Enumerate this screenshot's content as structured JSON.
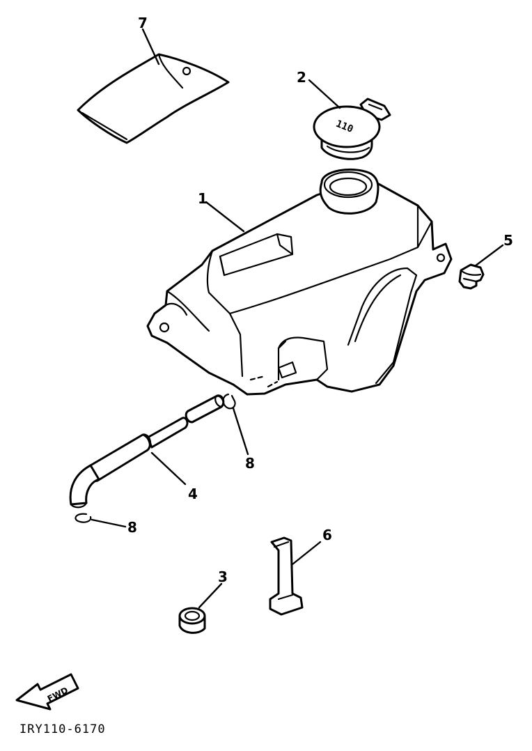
{
  "diagram_code": "IRY110-6170",
  "callouts": [
    "1",
    "2",
    "3",
    "4",
    "5",
    "6",
    "7",
    "8",
    "8"
  ],
  "cap_marking": "110",
  "fwd_label": "FWD"
}
